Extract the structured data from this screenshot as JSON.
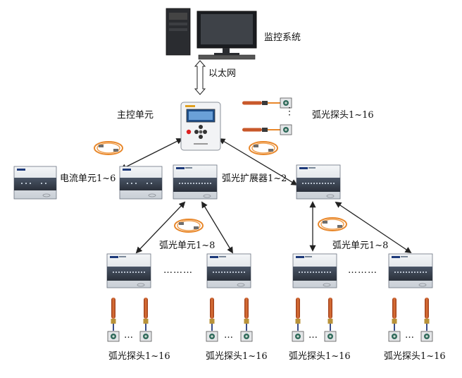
{
  "labels": {
    "monitor_system": "监控系统",
    "ethernet": "以太网",
    "main_control_unit": "主控单元",
    "arc_probe_top": "弧光探头1~16",
    "current_unit": "电流单元1~6",
    "arc_expander": "弧光扩展器1~2",
    "arc_unit_left": "弧光单元1~8",
    "arc_unit_right": "弧光单元1~8",
    "arc_probe_1": "弧光探头1~16",
    "arc_probe_2": "弧光探头1~16",
    "arc_probe_3": "弧光探头1~16",
    "arc_probe_4": "弧光探头1~16"
  },
  "ellipsis": {
    "short": "…",
    "long": "………",
    "vertical": "⋮"
  },
  "colors": {
    "device_top": "#dfe3e8",
    "device_front": "#3a4352",
    "fiber": "#e8872a",
    "cable": "#c8582a",
    "connector": "#6e6e6e",
    "arrow": "#222222"
  }
}
